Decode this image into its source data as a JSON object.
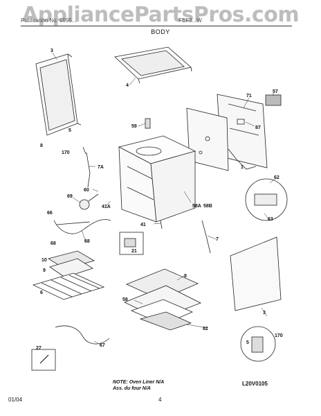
{
  "watermark": "AppliancePartsPros.com",
  "header": {
    "left_text": "Publication No. 5995...",
    "right_text": "FEF3...W"
  },
  "section_title": "BODY",
  "callouts": [
    "3",
    "4",
    "71",
    "57",
    "59",
    "87",
    "5",
    "8",
    "170",
    "7A",
    "1",
    "60",
    "69",
    "41A",
    "58A",
    "58B",
    "62",
    "66",
    "41",
    "63",
    "68",
    "68",
    "21",
    "7",
    "10",
    "9",
    "8",
    "6",
    "58",
    "82",
    "3",
    "170",
    "5",
    "27",
    "67"
  ],
  "note": {
    "line1": "NOTE: Oven Liner N/A",
    "line2": "Ass. du four N/A"
  },
  "diagram_code": "L20V0105",
  "footer": {
    "date": "01/04",
    "page": "4"
  }
}
